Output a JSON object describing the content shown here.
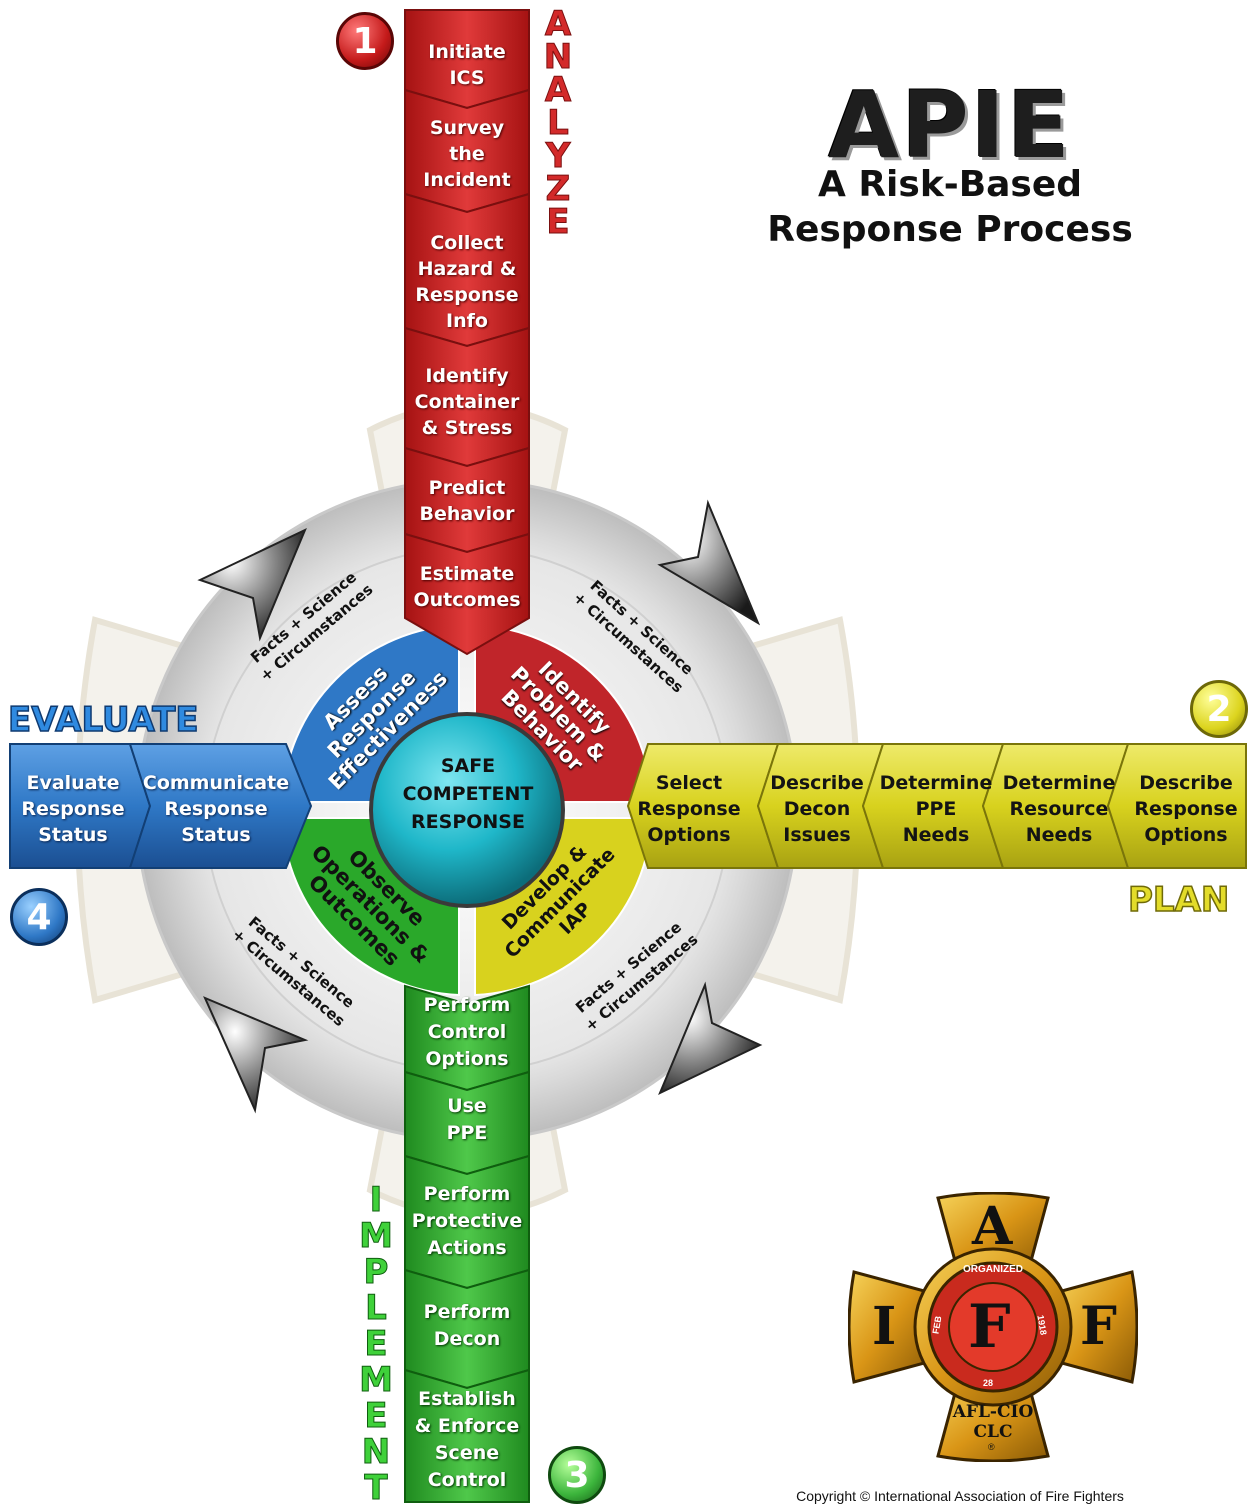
{
  "header": {
    "title": "APIE",
    "subtitle_line1": "A Risk-Based",
    "subtitle_line2": "Response Process"
  },
  "phases": {
    "analyze": {
      "label": "ANALYZE",
      "number": "1",
      "color": "#d32a2a"
    },
    "plan": {
      "label": "PLAN",
      "number": "2",
      "color": "#d8d21e"
    },
    "implement": {
      "label": "IMPLEMENT",
      "number": "3",
      "color": "#3cb53c"
    },
    "evaluate": {
      "label": "EVALUATE",
      "number": "4",
      "color": "#2e78c8"
    }
  },
  "analyze_steps": [
    "Initiate\nICS",
    "Survey\nthe\nIncident",
    "Collect\nHazard &\nResponse\nInfo",
    "Identify\nContainer\n& Stress",
    "Predict\nBehavior",
    "Estimate\nOutcomes"
  ],
  "plan_steps": [
    "Select\nResponse\nOptions",
    "Describe\nDecon\nIssues",
    "Determine\nPPE\nNeeds",
    "Determine\nResource\nNeeds",
    "Describe\nResponse\nOptions"
  ],
  "implement_steps": [
    "Perform\nControl\nOptions",
    "Use\nPPE",
    "Perform\nProtective\nActions",
    "Perform\nDecon",
    "Establish\n& Enforce\nScene\nControl"
  ],
  "evaluate_steps": [
    "Evaluate\nResponse\nStatus",
    "Communicate\nResponse\nStatus"
  ],
  "quadrants": {
    "top_right": [
      "Identify",
      "Problem &",
      "Behavior"
    ],
    "bottom_right": [
      "Develop &",
      "Communicate",
      "IAP"
    ],
    "bottom_left": [
      "Observe",
      "Operations &",
      "Outcomes"
    ],
    "top_left": [
      "Assess",
      "Response",
      "Effectiveness"
    ]
  },
  "ring_text": {
    "line1": "Facts + Science",
    "line2": "+ Circumstances"
  },
  "center": {
    "line1": "SAFE",
    "line2": "COMPETENT",
    "line3": "RESPONSE"
  },
  "logo": {
    "letters": [
      "A",
      "I",
      "F",
      "F"
    ],
    "ring_top": "ORGANIZED",
    "left_text": "FEB",
    "right_text": "1918",
    "bottom_number": "28",
    "banner1": "AFL-CIO",
    "banner2": "CLC",
    "mark": "®"
  },
  "footer": {
    "copyright": "Copyright © International Association of Fire Fighters"
  },
  "colors": {
    "red": "#d32a2a",
    "yellow": "#dcd62c",
    "green": "#3fb53c",
    "blue": "#2f78c6",
    "teal": "#1fb7c9",
    "gold": "#e0a21c"
  }
}
